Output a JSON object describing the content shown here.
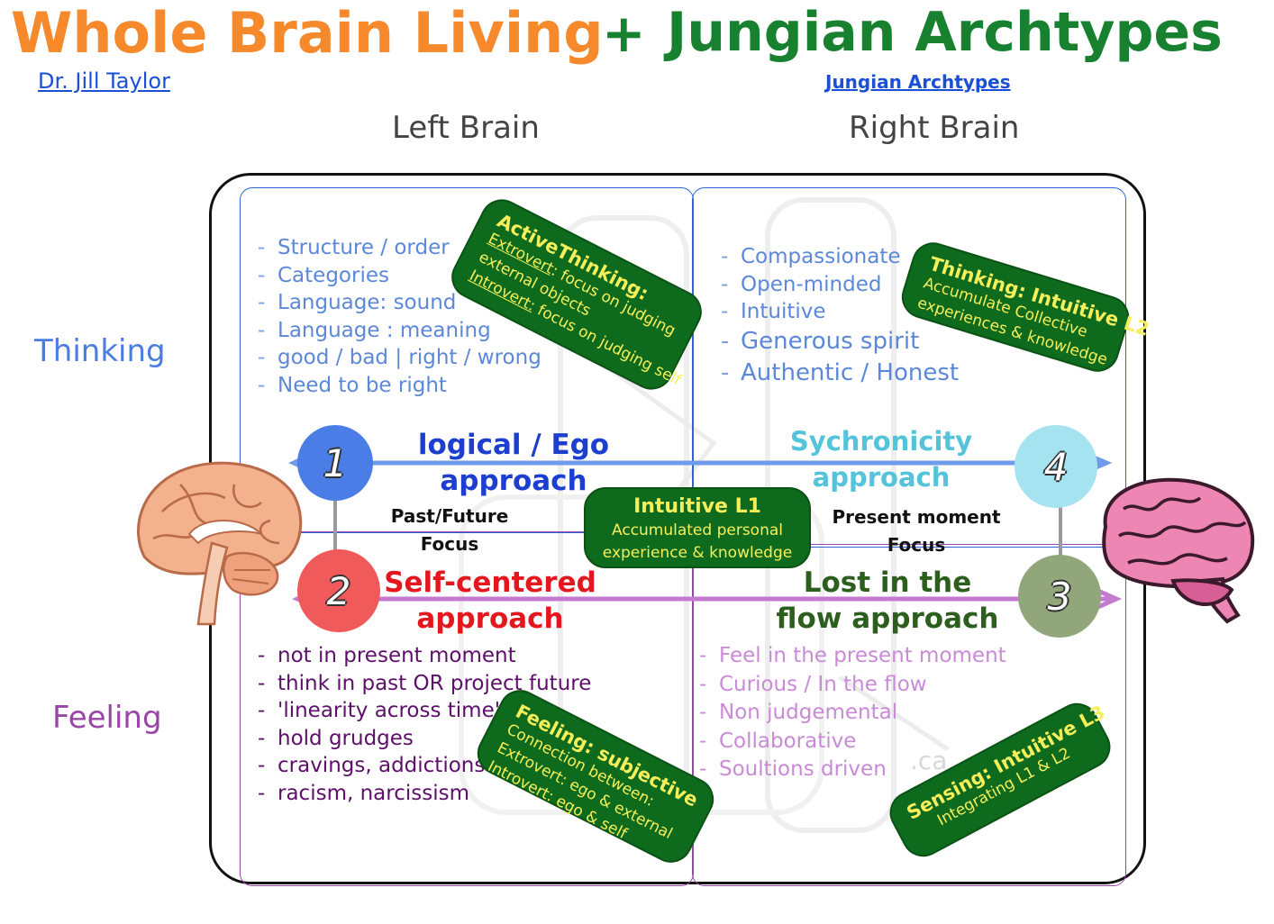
{
  "header": {
    "title_left": "Whole Brain Living",
    "plus": "+",
    "title_right": "Jungian Archtypes",
    "author_link": "Dr. Jill Taylor",
    "archetypes_link": "Jungian Archtypes"
  },
  "columns": {
    "left": "Left Brain",
    "right": "Right Brain"
  },
  "rows": {
    "top": "Thinking",
    "bottom": "Feeling"
  },
  "quadrants": {
    "q1": {
      "number": "1",
      "items": [
        "Structure / order",
        "Categories",
        "Language: sound",
        "Language : meaning",
        "good / bad | right / wrong",
        "Need to be right"
      ]
    },
    "q4": {
      "number": "4",
      "items": [
        "Compassionate",
        "Open-minded",
        "Intuitive",
        "Generous spirit",
        "Authentic / Honest"
      ]
    },
    "q2": {
      "number": "2",
      "items": [
        "not in present moment",
        "think in past OR project future",
        "'linearity across time'",
        "hold grudges",
        "cravings, addictions",
        "racism, narcissism"
      ]
    },
    "q3": {
      "number": "3",
      "items": [
        "Feel in the present moment",
        "Curious / In the flow",
        "Non judgemental",
        "Collaborative",
        "Soultions driven"
      ]
    }
  },
  "approaches": {
    "logical": [
      "logical  / Ego",
      "approach"
    ],
    "synchronicity": [
      "Sychronicity",
      "approach"
    ],
    "self_centered": [
      "Self-centered",
      "approach"
    ],
    "flow": [
      "Lost in the",
      "flow  approach"
    ]
  },
  "focus": {
    "left": [
      "Past/Future",
      "Focus"
    ],
    "right": [
      "Present moment",
      "Focus"
    ]
  },
  "boxes": {
    "active_thinking": {
      "heading": "ActiveThinking:",
      "extro_label": "Extrovert",
      "extro_text": ": focus on judging",
      "extro_text2": "external objects",
      "intro_label": "Introvert:",
      "intro_text": " focus on judging self"
    },
    "thinking_intuitive": {
      "heading": "Thinking: Intuitive L2",
      "line1": "Accumulate Collective",
      "line2": "experiences & knowledge"
    },
    "intuitive_l1": {
      "heading": "Intuitive L1",
      "line1": "Accumulated personal",
      "line2": "experience & knowledge"
    },
    "feeling_subjective": {
      "heading": "Feeling: subjective",
      "line1": "Connection between:",
      "line2": "Extrovert: ego & external",
      "line3": "Introvert: ego & self"
    },
    "sensing_intuitive": {
      "heading": "Sensing: Intuitive L3",
      "line1": "Integrating L1 & L2"
    }
  },
  "watermark": ".ca",
  "colors": {
    "orange": "#f5892b",
    "green_title": "#17812f",
    "blue_approach": "#1d3fd0",
    "cyan_approach": "#55c3da",
    "red_approach": "#e4161e",
    "olive_approach": "#2c5f1d",
    "box_green": "#0e6b1e",
    "box_text": "#f6ef5a"
  }
}
